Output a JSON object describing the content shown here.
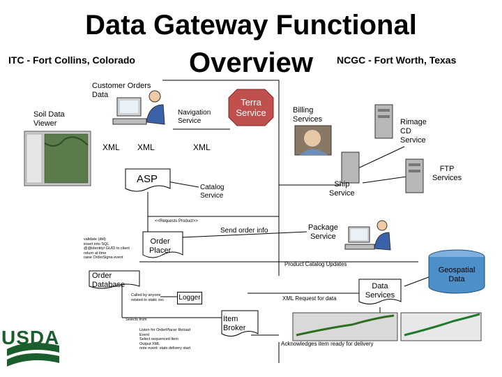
{
  "title_line1": "Data Gateway Functional",
  "title_line2": "Overview",
  "site_left": "ITC - Fort Collins, Colorado",
  "site_right": "NCGC - Fort Worth, Texas",
  "labels": {
    "customer_orders": "Customer Orders\nData",
    "soil_viewer": "Soil Data\nViewer",
    "navigation": "Navigation\nService",
    "terra": "Terra\nService",
    "billing": "Billing\nServices",
    "rimage": "Rimage\nCD\nService",
    "ftp": "FTP\nServices",
    "xml1": "XML",
    "xml2": "XML",
    "xml3": "XML",
    "asp": "ASP",
    "catalog": "Catalog\nService",
    "ship": "Ship\nService",
    "requests": "<<Requests Product>>",
    "send_order": "Send order info",
    "package": "Package\nService",
    "validate": "validate (dtd)\ninsert into SQL\n@@identity/ GUID to client\nreturn at time\nraise OrderSigna event",
    "order_placer": "Order\nPlacer",
    "catalog_updates": "Product Catalog Updates",
    "geospatial": "Geospatial\nData",
    "order_db": "Order\nDatabase",
    "called": "Called by anyone\nrelated to static svc",
    "logger": "Logger",
    "xml_request": "XML Request for data",
    "data_services": "Data\nServices",
    "selects": "Selects from",
    "item_broker": "Item\nBroker",
    "listen": "Listen for OrderPlacer Reload\nEvent\nSelect sequenced Item\nOutput XML\nnote event: stats delivery start",
    "acknowledges": "Acknowledges item ready for delivery",
    "usda": "USDA"
  },
  "colors": {
    "terra_fill": "#c0504d",
    "terra_text": "#ffffff",
    "usda_green": "#1a5e2e",
    "cylinder": "#4d8fc9"
  }
}
